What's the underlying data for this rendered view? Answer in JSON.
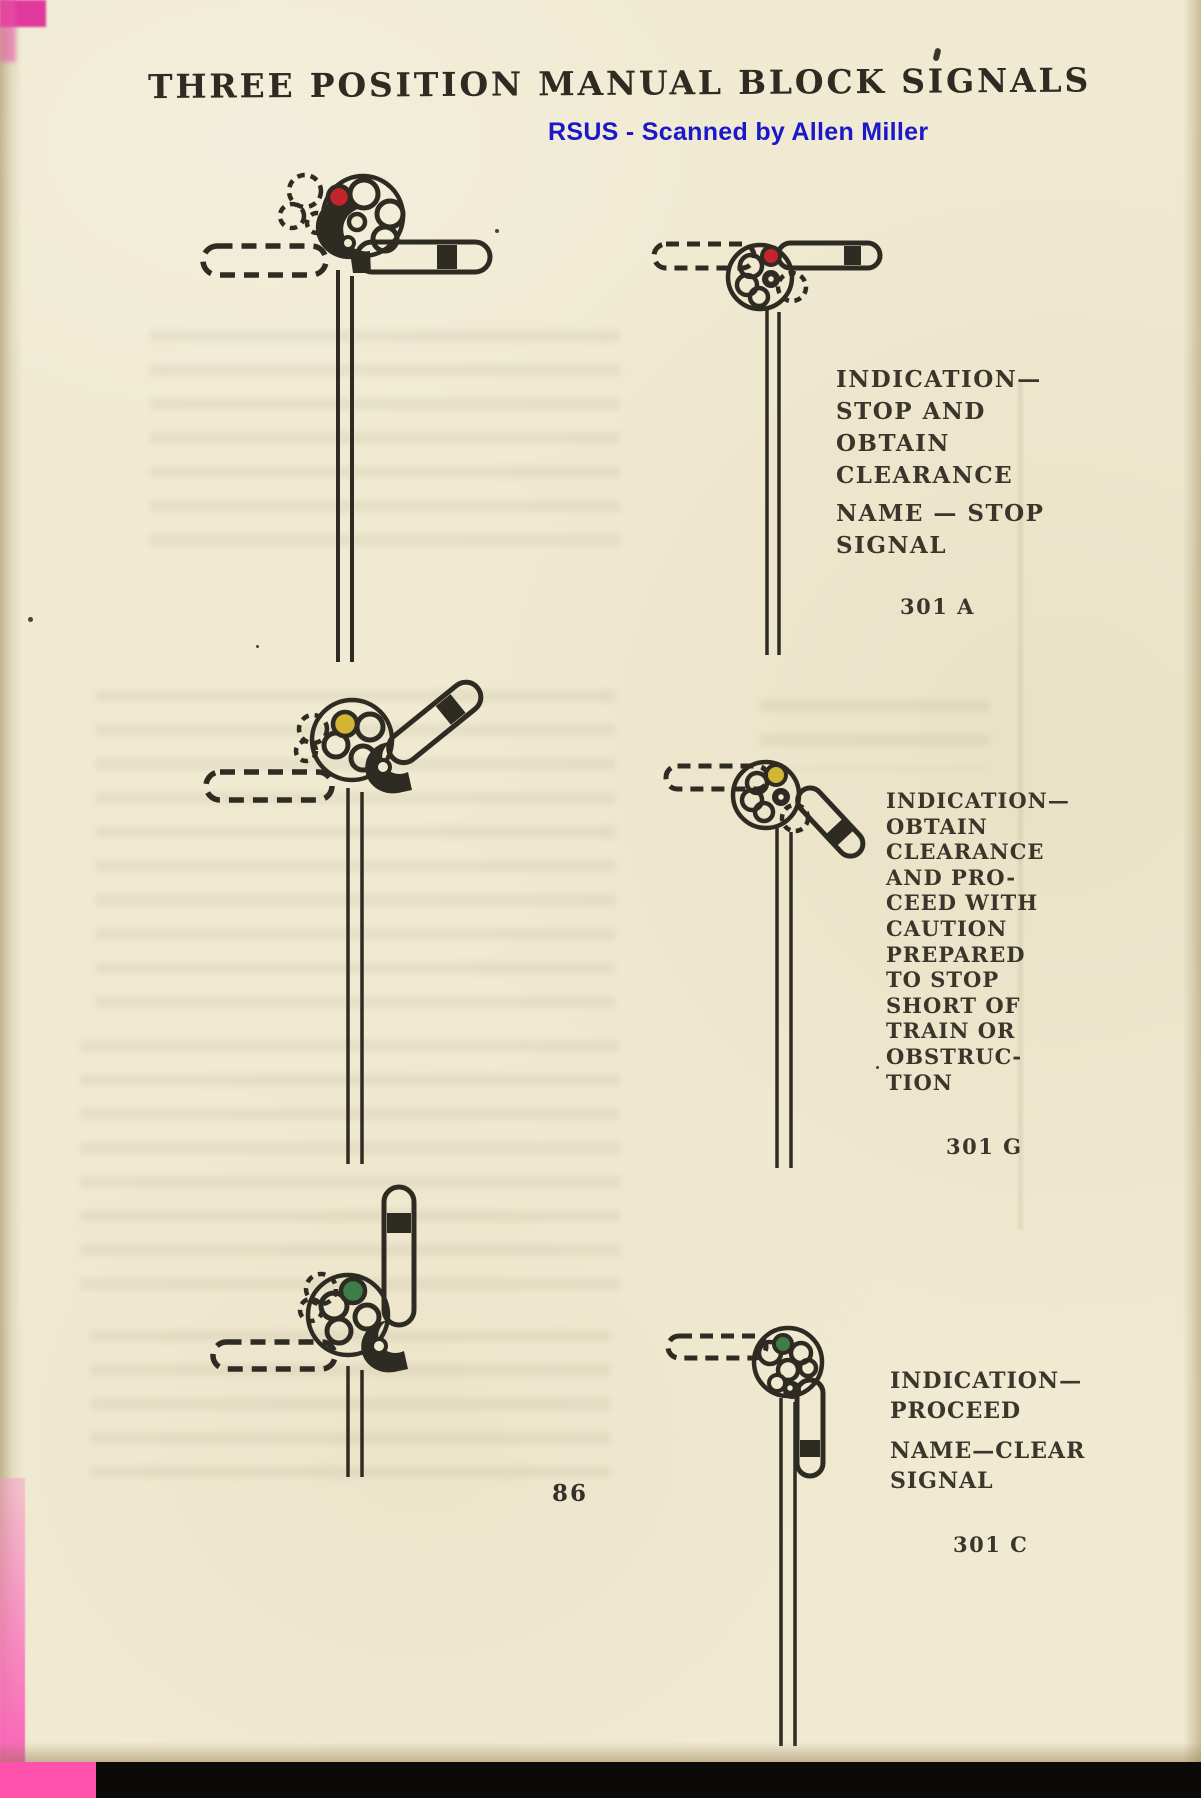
{
  "page": {
    "title": "THREE POSITION MANUAL BLOCK SIGNALS",
    "watermark": "RSUS - Scanned by Allen Miller",
    "page_number": "86"
  },
  "colors": {
    "paper": "#f0ead2",
    "ink": "#2e2b23",
    "watermark_blue": "#1b18c9",
    "lens_red": "#c4242c",
    "lens_yellow": "#d2b535",
    "lens_green": "#3f7d46",
    "edge_pink": "#fa62b8",
    "bottom_bar_black": "#0b0a08"
  },
  "signal_blocks": [
    {
      "lens": "red",
      "indication_lines": [
        "INDICATION—",
        "STOP AND",
        "OBTAIN",
        "CLEARANCE"
      ],
      "name_lines": [
        "NAME — STOP",
        "SIGNAL"
      ],
      "rule_number": "301 A"
    },
    {
      "lens": "yellow",
      "indication_lines": [
        "INDICATION—",
        "OBTAIN",
        "CLEARANCE",
        "AND PRO-",
        "CEED WITH",
        "CAUTION",
        "PREPARED",
        "TO STOP",
        "SHORT OF",
        "TRAIN OR",
        "OBSTRUC-",
        "TION"
      ],
      "name_lines": [],
      "rule_number": "301 G"
    },
    {
      "lens": "green",
      "indication_lines": [
        "INDICATION—",
        "PROCEED"
      ],
      "name_lines": [
        "NAME—CLEAR",
        "SIGNAL"
      ],
      "rule_number": "301 C"
    }
  ]
}
